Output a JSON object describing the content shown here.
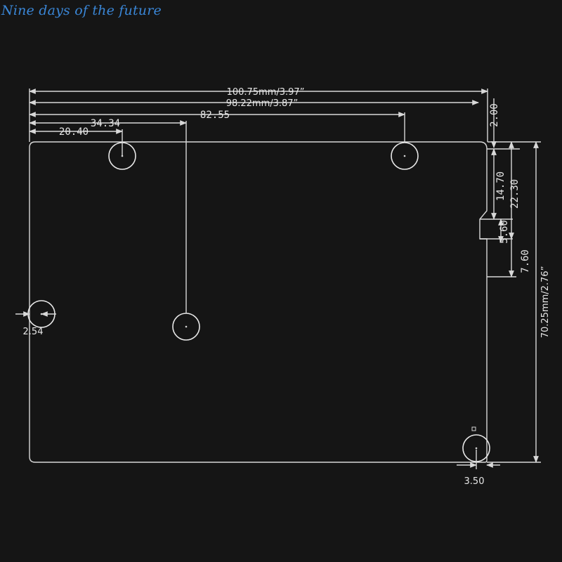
{
  "watermark": "Nine days of the future",
  "colors": {
    "background": "#151515",
    "line": "#d8d8d8",
    "text": "#e6e6e6",
    "watermark": "#3a86d6"
  },
  "dimensions": {
    "overall_width": "100.75mm/3.97”",
    "inner_width": "98.22mm/3.87”",
    "hole_right_x": "82.55",
    "hole_center_x": "34.34",
    "hole_left_x": "20.40",
    "overall_height": "70.25mm/2.76”",
    "top_gap": "2.00",
    "notch_a": "14.70",
    "notch_b": "22.30",
    "notch_c": "5.60",
    "notch_d": "7.60",
    "left_hole_offset": "2.54",
    "bottom_hole_offset": "3.50"
  }
}
